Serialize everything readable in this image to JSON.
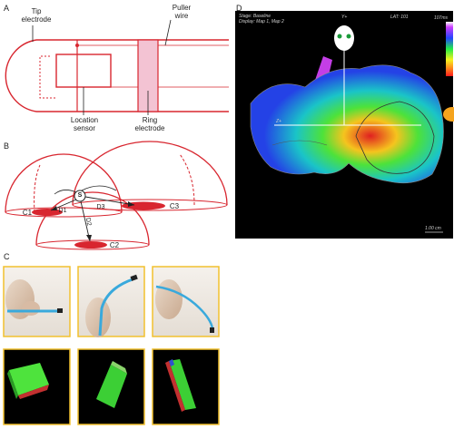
{
  "panels": {
    "a": {
      "letter": "A",
      "labels": {
        "tip_electrode": "Tip\nelectrode",
        "puller_wire": "Puller\nwire",
        "location_sensor": "Location\nsensor",
        "ring_electrode": "Ring\nelectrode"
      }
    },
    "b": {
      "letter": "B",
      "sensor": "S",
      "coils": [
        "C1",
        "C2",
        "C3"
      ],
      "distances": [
        "D1",
        "D2",
        "D3"
      ]
    },
    "c": {
      "letter": "C"
    },
    "d": {
      "letter": "D",
      "stage": "Stage: Baseline",
      "display": "Display: Map 1, Map 2",
      "lat": "LAT: 101",
      "axis_y": "Y+",
      "axis_x": "Z+",
      "scale_top": "107ms",
      "scale_bar": "1.00 cm"
    }
  },
  "colors": {
    "diagram_red": "#d8262f",
    "ring_fill": "#f3c3d3",
    "photo_border": "#f2c12e",
    "map_background": "#000000",
    "catheter_blue": "#39a9dc"
  }
}
